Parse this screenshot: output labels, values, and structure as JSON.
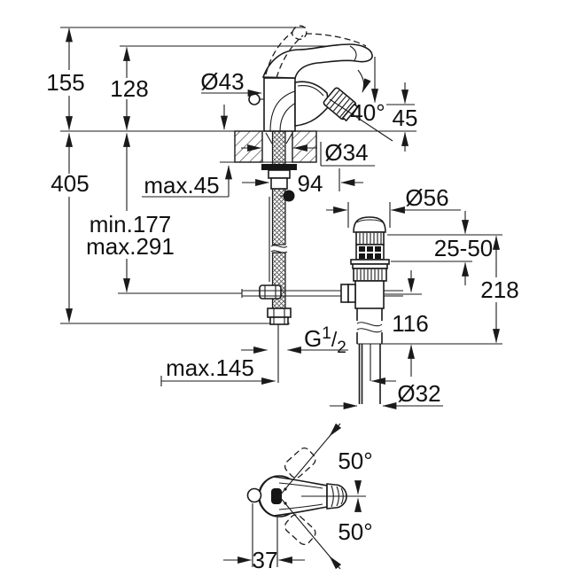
{
  "labels": {
    "overall_height": "155",
    "handle_height": "128",
    "total_depth": "405",
    "hose_min": "min.177",
    "hose_max": "max.291",
    "deck_max_thickness": "max.45",
    "body_diameter": "Ø43",
    "spout_angle": "40°",
    "aerator_height": "45",
    "hole_diameter": "Ø34",
    "drain_offset": "94",
    "flange_diameter": "Ø56",
    "mount_thickness_range": "25-50",
    "drain_depth": "218",
    "tailpipe_length": "116",
    "thread_prefix": "G",
    "thread_numerator": "1",
    "thread_slash": "/",
    "thread_denominator": "2",
    "hose_reach": "max.145",
    "tailpipe_diameter": "Ø32",
    "handle_swing_upper": "50°",
    "handle_swing_lower": "50°",
    "handle_offset": "37"
  }
}
